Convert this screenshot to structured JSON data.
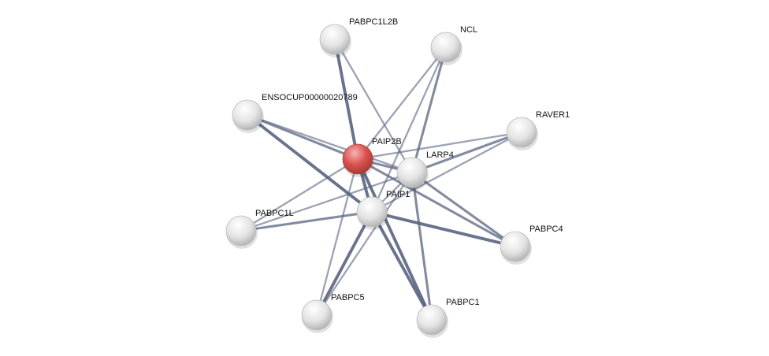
{
  "network": {
    "query_color": "#d9534f",
    "node_color": "#e6e6e6",
    "edge_color": "#5a6480",
    "nodes": [
      {
        "id": "PABPC1L2B",
        "label": "PABPC1L2B",
        "query": false
      },
      {
        "id": "NCL",
        "label": "NCL",
        "query": false
      },
      {
        "id": "ENSOCUP00000020789",
        "label": "ENSOCUP00000020789",
        "query": false
      },
      {
        "id": "RAVER1",
        "label": "RAVER1",
        "query": false
      },
      {
        "id": "PAIP2B",
        "label": "PAIP2B",
        "query": true
      },
      {
        "id": "LARP4",
        "label": "LARP4",
        "query": false
      },
      {
        "id": "PAIP1",
        "label": "PAIP1",
        "query": false
      },
      {
        "id": "PABPC1L",
        "label": "PABPC1L",
        "query": false
      },
      {
        "id": "PABPC4",
        "label": "PABPC4",
        "query": false
      },
      {
        "id": "PABPC5",
        "label": "PABPC5",
        "query": false
      },
      {
        "id": "PABPC1",
        "label": "PABPC1",
        "query": false
      }
    ],
    "edges": [
      [
        "PAIP2B",
        "PABPC1L2B",
        3
      ],
      [
        "PAIP2B",
        "ENSOCUP00000020789",
        2
      ],
      [
        "PAIP2B",
        "RAVER1",
        1
      ],
      [
        "PAIP2B",
        "LARP4",
        2
      ],
      [
        "PAIP2B",
        "PAIP1",
        3
      ],
      [
        "PAIP2B",
        "PABPC1L",
        1
      ],
      [
        "PAIP2B",
        "PABPC5",
        1
      ],
      [
        "PAIP2B",
        "PABPC1",
        3
      ],
      [
        "PAIP2B",
        "PABPC4",
        2
      ],
      [
        "PAIP2B",
        "NCL",
        1
      ],
      [
        "PAIP1",
        "ENSOCUP00000020789",
        3
      ],
      [
        "PAIP1",
        "PABPC1L",
        2
      ],
      [
        "PAIP1",
        "PABPC4",
        3
      ],
      [
        "PAIP1",
        "PABPC5",
        3
      ],
      [
        "PAIP1",
        "PABPC1",
        3
      ],
      [
        "PAIP1",
        "NCL",
        1
      ],
      [
        "PAIP1",
        "RAVER1",
        1
      ],
      [
        "PAIP1",
        "LARP4",
        1
      ],
      [
        "LARP4",
        "PABPC1L2B",
        1
      ],
      [
        "LARP4",
        "NCL",
        2
      ],
      [
        "LARP4",
        "RAVER1",
        2
      ],
      [
        "LARP4",
        "PABPC1L",
        1
      ],
      [
        "LARP4",
        "PABPC4",
        2
      ],
      [
        "LARP4",
        "PABPC1",
        2
      ],
      [
        "LARP4",
        "PABPC5",
        1
      ],
      [
        "LARP4",
        "ENSOCUP00000020789",
        1
      ]
    ]
  }
}
